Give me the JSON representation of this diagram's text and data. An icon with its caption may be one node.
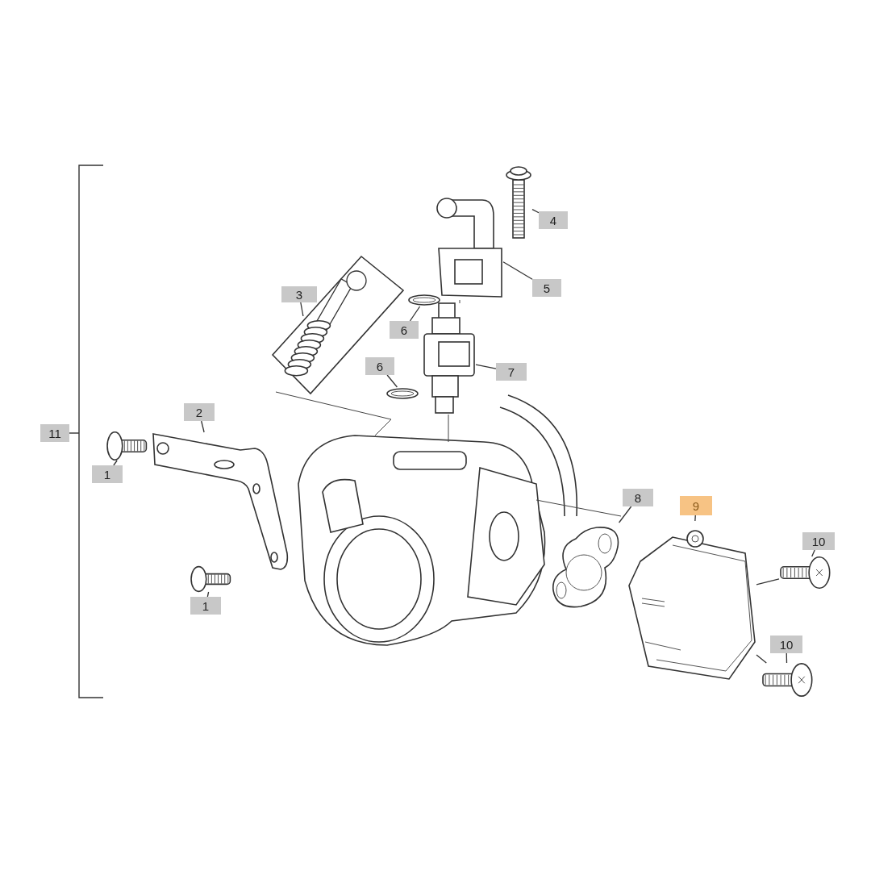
{
  "diagram": {
    "nodes": [
      {
        "text": [
          "3"
        ]
      },
      {
        "text": [],
        "shape": "picture"
      },
      {
        "text": [
          "4"
        ]
      },
      {
        "text": [],
        "shape": "picture"
      },
      {
        "text": [
          "5"
        ]
      },
      {
        "text": [],
        "shape": "picture"
      },
      {
        "text": [
          "6"
        ]
      },
      {
        "text": [],
        "shape": "picture"
      },
      {
        "text": [
          "6"
        ]
      },
      {
        "text": [],
        "shape": "picture"
      },
      {
        "text": [
          "7"
        ]
      },
      {
        "text": [],
        "shape": "picture"
      },
      {
        "text": [
          "2"
        ]
      },
      {
        "text": [],
        "shape": "picture"
      },
      {
        "text": [
          "1"
        ]
      },
      {
        "text": [],
        "shape": "picture"
      },
      {
        "text": [
          "8"
        ]
      },
      {
        "text": [],
        "shape": "picture"
      },
      {
        "text": [
          "9"
        ]
      },
      {
        "text": [],
        "shape": "picture"
      },
      {
        "text": [
          "10"
        ]
      },
      {
        "text": [],
        "shape": "picture"
      },
      {
        "text": [
          "1"
        ]
      },
      {
        "text": [],
        "shape": "picture"
      },
      {
        "text": [
          "10"
        ]
      },
      {
        "text": [],
        "shape": "picture"
      },
      {
        "text": [
          "11"
        ]
      }
    ],
    "edges": [
      {
        "from": 0,
        "to": 1,
        "arrow": "none"
      },
      {
        "from": 2,
        "to": 3,
        "arrow": "none"
      },
      {
        "from": 4,
        "to": 5,
        "arrow": "none"
      },
      {
        "from": 6,
        "to": 7,
        "arrow": "none"
      },
      {
        "from": 8,
        "to": 9,
        "arrow": "none"
      },
      {
        "from": 10,
        "to": 11,
        "arrow": "none"
      },
      {
        "from": 12,
        "to": 13,
        "arrow": "none"
      },
      {
        "from": 14,
        "to": 15,
        "arrow": "none"
      },
      {
        "from": 16,
        "to": 17,
        "arrow": "none"
      },
      {
        "from": 18,
        "to": 19,
        "arrow": "none"
      },
      {
        "from": 20,
        "to": 21,
        "arrow": "none"
      },
      {
        "from": 22,
        "to": 23,
        "arrow": "none"
      },
      {
        "from": 24,
        "to": 25,
        "arrow": "none"
      },
      {
        "from": 19,
        "to": 21,
        "arrow": "none"
      },
      {
        "from": 19,
        "to": 25,
        "arrow": "none"
      }
    ]
  }
}
